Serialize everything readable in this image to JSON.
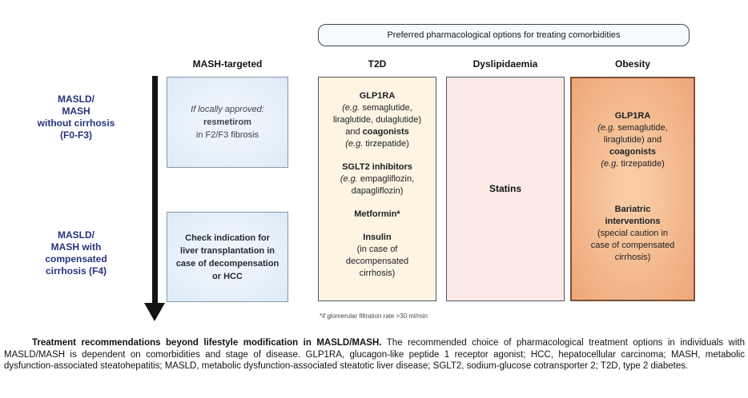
{
  "banner": {
    "label": "Preferred pharmacological options for treating comorbidities"
  },
  "column_headers": {
    "mash_targeted": "MASH-targeted",
    "t2d": "T2D",
    "dyslipidaemia": "Dyslipidaemia",
    "obesity": "Obesity"
  },
  "row_labels": {
    "no_cirrhosis": {
      "l1": "MASLD/",
      "l2": "MASH",
      "l3": "without cirrhosis",
      "l4": "(F0-F3)"
    },
    "compensated": {
      "l1": "MASLD/",
      "l2": "MASH with",
      "l3": "compensated",
      "l4": "cirrhosis (F4)"
    }
  },
  "mash_boxes": {
    "resmetirom": {
      "l1": "If locally approved:",
      "l2": "resmetirom",
      "l3": "in F2/F3 fibrosis"
    },
    "transplant": "Check indication for liver transplantation in case of decompensation or HCC"
  },
  "t2d_box": {
    "glp1ra": "GLP1RA",
    "eg1_italic": "(e.g.",
    "eg1_rest": " semaglutide,",
    "eg1_line2": "liraglutide, dulaglutide)",
    "and": "and ",
    "coagonists": "coagonists",
    "eg2_italic": "(e.g.",
    "eg2_rest": " tirzepatide)",
    "sglt2": "SGLT2 inhibitors",
    "eg3_italic": "(e.g.",
    "eg3_rest": " empagliflozin,",
    "eg3_line2": "dapagliflozin)",
    "metformin": "Metformin*",
    "insulin": "Insulin",
    "insulin_l1": "(in case of",
    "insulin_l2": "decompensated",
    "insulin_l3": "cirrhosis)"
  },
  "dyslipidaemia_box": {
    "statins": "Statins"
  },
  "obesity_box": {
    "glp1ra": "GLP1RA",
    "eg1_italic": "(e.g.",
    "eg1_rest": " semaglutide,",
    "eg1_line2": "liraglutide) and",
    "coagonists": "coagonists",
    "eg2_italic": "(e.g.",
    "eg2_rest": " tirzepatide)",
    "bariatric_l1": "Bariatric",
    "bariatric_l2": "interventions",
    "caution_l1": "(special caution in",
    "caution_l2": "case of compensated",
    "caution_l3": "cirrhosis)"
  },
  "footnote": "*if glomerular filtration rate >30 ml/min",
  "caption": {
    "bold": "Treatment recommendations beyond lifestyle modification in MASLD/MASH.",
    "rest": " The recommended choice of pharmacological treatment options in individuals with MASLD/MASH is dependent on comorbidities and stage of disease. GLP1RA, glucagon-like peptide 1 receptor agonist; HCC, hepatocellular carcinoma; MASH, metabolic dysfunction-associated steatohepatitis; MASLD, metabolic dysfunction-associated steatotic liver disease; SGLT2, sodium-glucose cotransporter 2; T2D, type 2 diabetes."
  },
  "colors": {
    "row_label_navy": "#27337d",
    "blue_box_bg": "#e3eef8",
    "blue_box_border": "#8796a6",
    "cream_box_bg": "#fdf4e2",
    "pink_box_bg": "#fbe9e6",
    "orange_box_bg": "#f2aa7d",
    "box_border_dark": "#50565c",
    "orange_box_border": "#7b4f39",
    "arrow_black": "#141414"
  }
}
